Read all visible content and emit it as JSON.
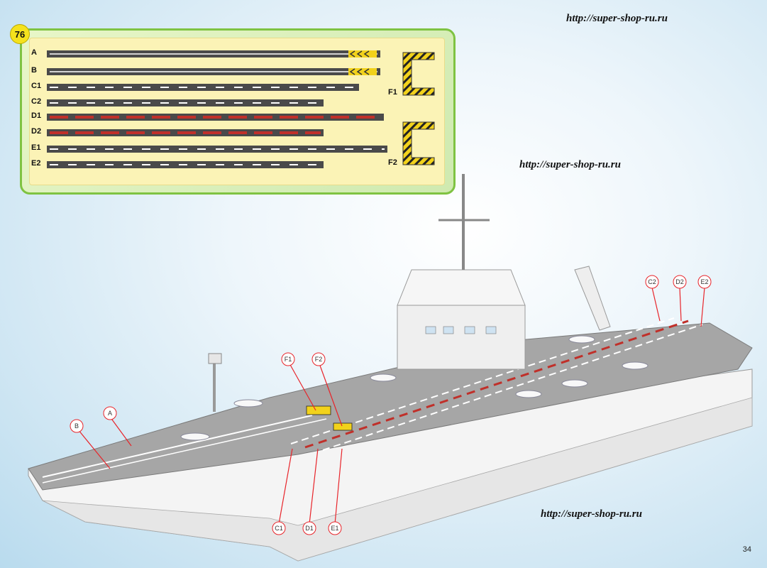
{
  "page": {
    "step_number": "76",
    "page_number": "34",
    "watermarks": [
      "http://super-shop-ru.ru",
      "http://super-shop-ru.ru",
      "http://super-shop-ru.ru"
    ]
  },
  "sticker_sheet": {
    "strips": [
      {
        "label": "A",
        "style": "dark-arrows"
      },
      {
        "label": "B",
        "style": "dark-arrows"
      },
      {
        "label": "C1",
        "style": "white-dash"
      },
      {
        "label": "C2",
        "style": "white-dash"
      },
      {
        "label": "D1",
        "style": "red-dash"
      },
      {
        "label": "D2",
        "style": "red-dash"
      },
      {
        "label": "E1",
        "style": "white-dash"
      },
      {
        "label": "E2",
        "style": "white-dash"
      }
    ],
    "corner_stickers": [
      {
        "label": "F1",
        "style": "hazard-stripe"
      },
      {
        "label": "F2",
        "style": "hazard-stripe"
      }
    ]
  },
  "callouts": [
    "A",
    "B",
    "C1",
    "D1",
    "E1",
    "F1",
    "F2",
    "C2",
    "D2",
    "E2"
  ],
  "colors": {
    "strip_dark": "#4a4a4a",
    "accent_red": "#c0302a",
    "hazard_yellow": "#f2d21b",
    "panel_border": "#7fc342",
    "callout_line": "#e8242a"
  }
}
